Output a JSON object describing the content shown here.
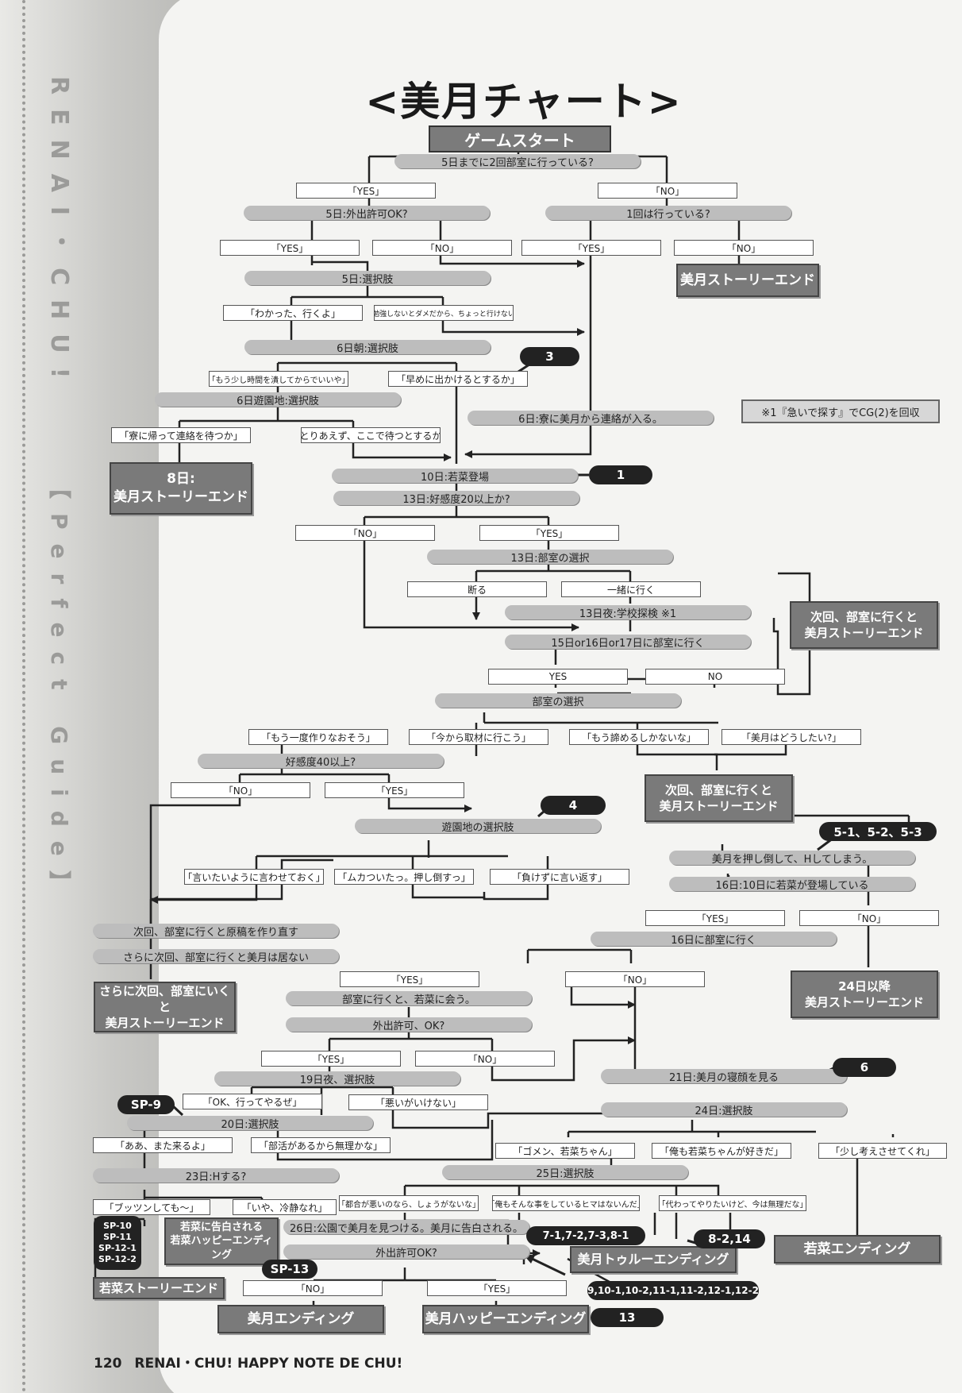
{
  "sidebar": {
    "vertical_title": "RENAI・CHU!",
    "vertical_guide": "【Perfect Guide】"
  },
  "title": "<美月チャート>",
  "start": "ゲームスタート",
  "note": "※1『急いで探す』でCG(2)を回収",
  "footer": {
    "page_number": "120",
    "text": "RENAI・CHU! HAPPY NOTE DE CHU!"
  },
  "questions": {
    "q1": "5日までに2回部室に行っている?",
    "q2": "5日:外出許可OK?",
    "q3": "1回は行っている?",
    "q4": "5日:選択肢",
    "q5": "6日朝:選択肢",
    "q6": "6日遊園地:選択肢",
    "q7": "6日:寮に美月から連絡が入る。",
    "q8": "10日:若菜登場",
    "q9": "13日:好感度20以上か?",
    "q10": "13日:部室の選択",
    "q11": "13日夜:学校探検 ※1",
    "q12": "15日or16日or17日に部室に行く",
    "q13": "部室の選択",
    "q14": "好感度40以上?",
    "q15": "遊園地の選択肢",
    "q16": "美月を押し倒して、Hしてしまう。",
    "q17": "16日:10日に若菜が登場している",
    "q18": "次回、部室に行くと原稿を作り直す",
    "q19": "さらに次回、部室に行くと美月は居ない",
    "q20": "16日に部室に行く",
    "q21": "部室に行くと、若菜に会う。",
    "q22": "外出許可、OK?",
    "q23": "19日夜、選択肢",
    "q24": "21日:美月の寝顔を見る",
    "q25": "20日:選択肢",
    "q26": "24日:選択肢",
    "q27": "23日:Hする?",
    "q28": "25日:選択肢",
    "q29": "26日:公園で美月を見つける。美月に告白される。",
    "q30": "外出許可OK?"
  },
  "options": {
    "o1": "「YES」",
    "o2": "「NO」",
    "o3": "「YES」",
    "o4": "「NO」",
    "o5": "「YES」",
    "o6": "「NO」",
    "o7": "「わかった、行くよ」",
    "o8": "「勉強しないとダメだから、ちょっと行けない」",
    "o9": "「もう少し時間を潰してからでいいや」",
    "o10": "「早めに出かけるとするか」",
    "o11": "「寮に帰って連絡を待つか」",
    "o12": "「とりあえず、ここで待つとするか」",
    "o13": "「NO」",
    "o14": "「YES」",
    "o15": "断る",
    "o16": "一緒に行く",
    "o17": "YES",
    "o18": "NO",
    "o19": "「もう一度作りなおそう」",
    "o20": "「今から取材に行こう」",
    "o21": "「もう諦めるしかないな」",
    "o22": "「美月はどうしたい?」",
    "o23": "「NO」",
    "o24": "「YES」",
    "o25": "「言いたいように言わせておく」",
    "o26": "「ムカついたっ。押し倒すっ」",
    "o27": "「負けずに言い返す」",
    "o28": "「YES」",
    "o29": "「NO」",
    "o30": "「YES」",
    "o31": "「NO」",
    "o32": "「YES」",
    "o33": "「NO」",
    "o34": "「OK、行ってやるぜ」",
    "o35": "「悪いがいけない」",
    "o36": "「ああ、また来るよ」",
    "o37": "「部活があるから無理かな」",
    "o38": "「ゴメン、若菜ちゃん」",
    "o39": "「俺も若菜ちゃんが好きだ」",
    "o40": "「少し考えさせてくれ」",
    "o41": "「ブッツンしても〜」",
    "o42": "「いや、冷静なれ」",
    "o43": "「都合が悪いのなら、しょうがないな」",
    "o44": "「俺もそんな事をしているヒマはないんだ」",
    "o45": "「代わってやりたいけど、今は無理だな」",
    "o46": "「NO」",
    "o47": "「YES」"
  },
  "endings": {
    "e1": [
      "美月ストーリーエンド"
    ],
    "e2": [
      "8日:",
      "美月ストーリーエンド"
    ],
    "e3": [
      "次回、部室に行くと",
      "美月ストーリーエンド"
    ],
    "e4": [
      "次回、部室に行くと",
      "美月ストーリーエンド"
    ],
    "e5": [
      "24日以降",
      "美月ストーリーエンド"
    ],
    "e6": [
      "さらに次回、部室にいくと",
      "美月ストーリーエンド"
    ],
    "e7": [
      "若菜に告白される",
      "若菜ハッピーエンディング"
    ],
    "e8": [
      "若菜ストーリーエンド"
    ],
    "e9": [
      "美月トゥルーエンディング"
    ],
    "e10": [
      "若菜エンディング"
    ],
    "e11": [
      "美月エンディング"
    ],
    "e12": [
      "美月ハッピーエンディング"
    ]
  },
  "badges": {
    "b1": "3",
    "b2": "1",
    "b3": "4",
    "b4": "5-1、5-2、5-3",
    "b5": "6",
    "b6": "SP-9",
    "b7": "SP-13",
    "b8": "7-1,7-2,7-3,8-1",
    "b9": "8-2,14",
    "b10": "9,10-1,10-2,11-1,11-2,12-1,12-2",
    "b11": "13",
    "b12": [
      "SP-10",
      "SP-11",
      "SP-12-1",
      "SP-12-2"
    ]
  }
}
